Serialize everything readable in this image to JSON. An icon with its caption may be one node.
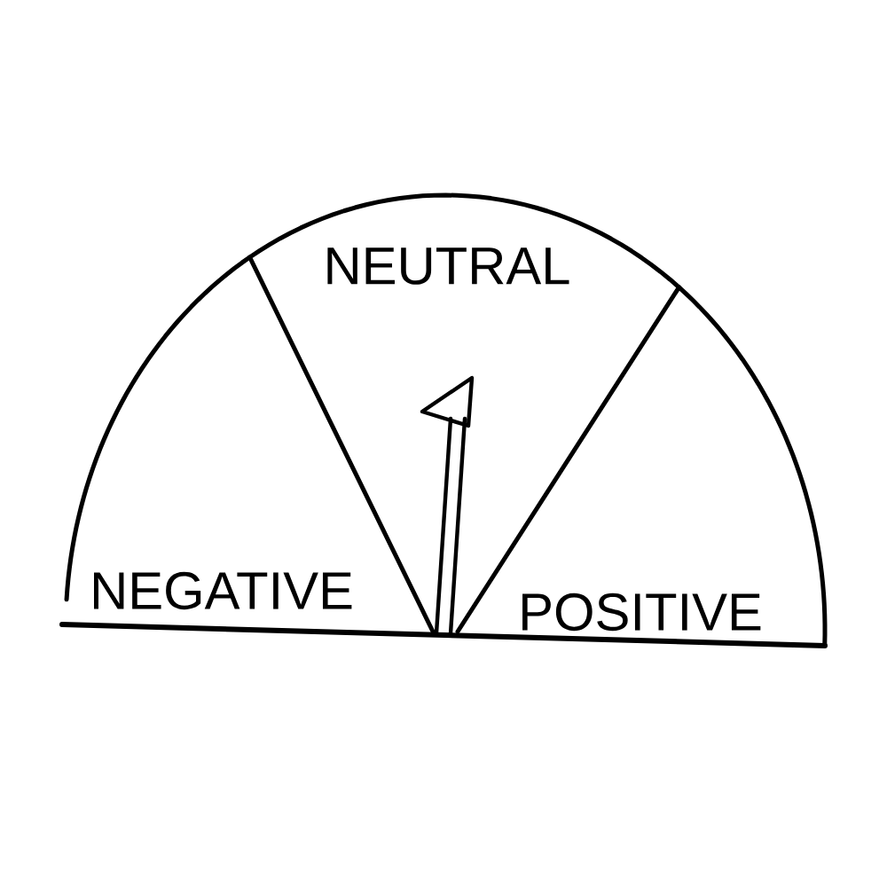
{
  "diagram": {
    "nodes": [
      {
        "text": [
          "NEGATIVE"
        ]
      },
      {
        "text": [
          "NEUTRAL"
        ]
      },
      {
        "text": [
          "POSITIVE"
        ]
      }
    ]
  }
}
